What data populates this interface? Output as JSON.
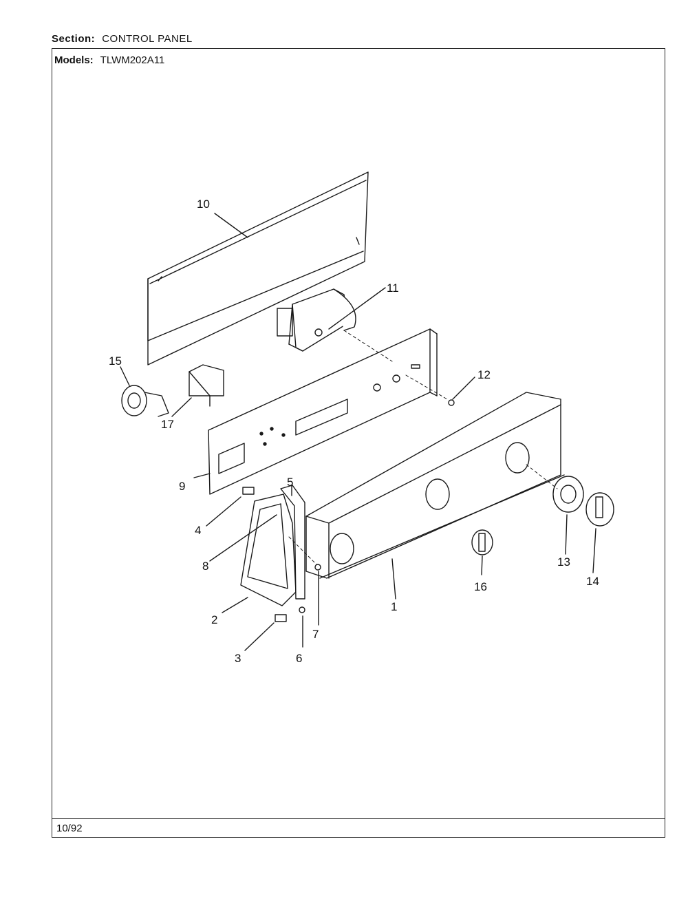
{
  "section": {
    "label": "Section:",
    "value": "CONTROL PANEL"
  },
  "models": {
    "label": "Models:",
    "value": "TLWM202A11"
  },
  "footer": {
    "date": "10/92"
  },
  "callouts": [
    "1",
    "2",
    "3",
    "4",
    "5",
    "6",
    "7",
    "8",
    "9",
    "10",
    "11",
    "12",
    "13",
    "14",
    "15",
    "16",
    "17"
  ]
}
